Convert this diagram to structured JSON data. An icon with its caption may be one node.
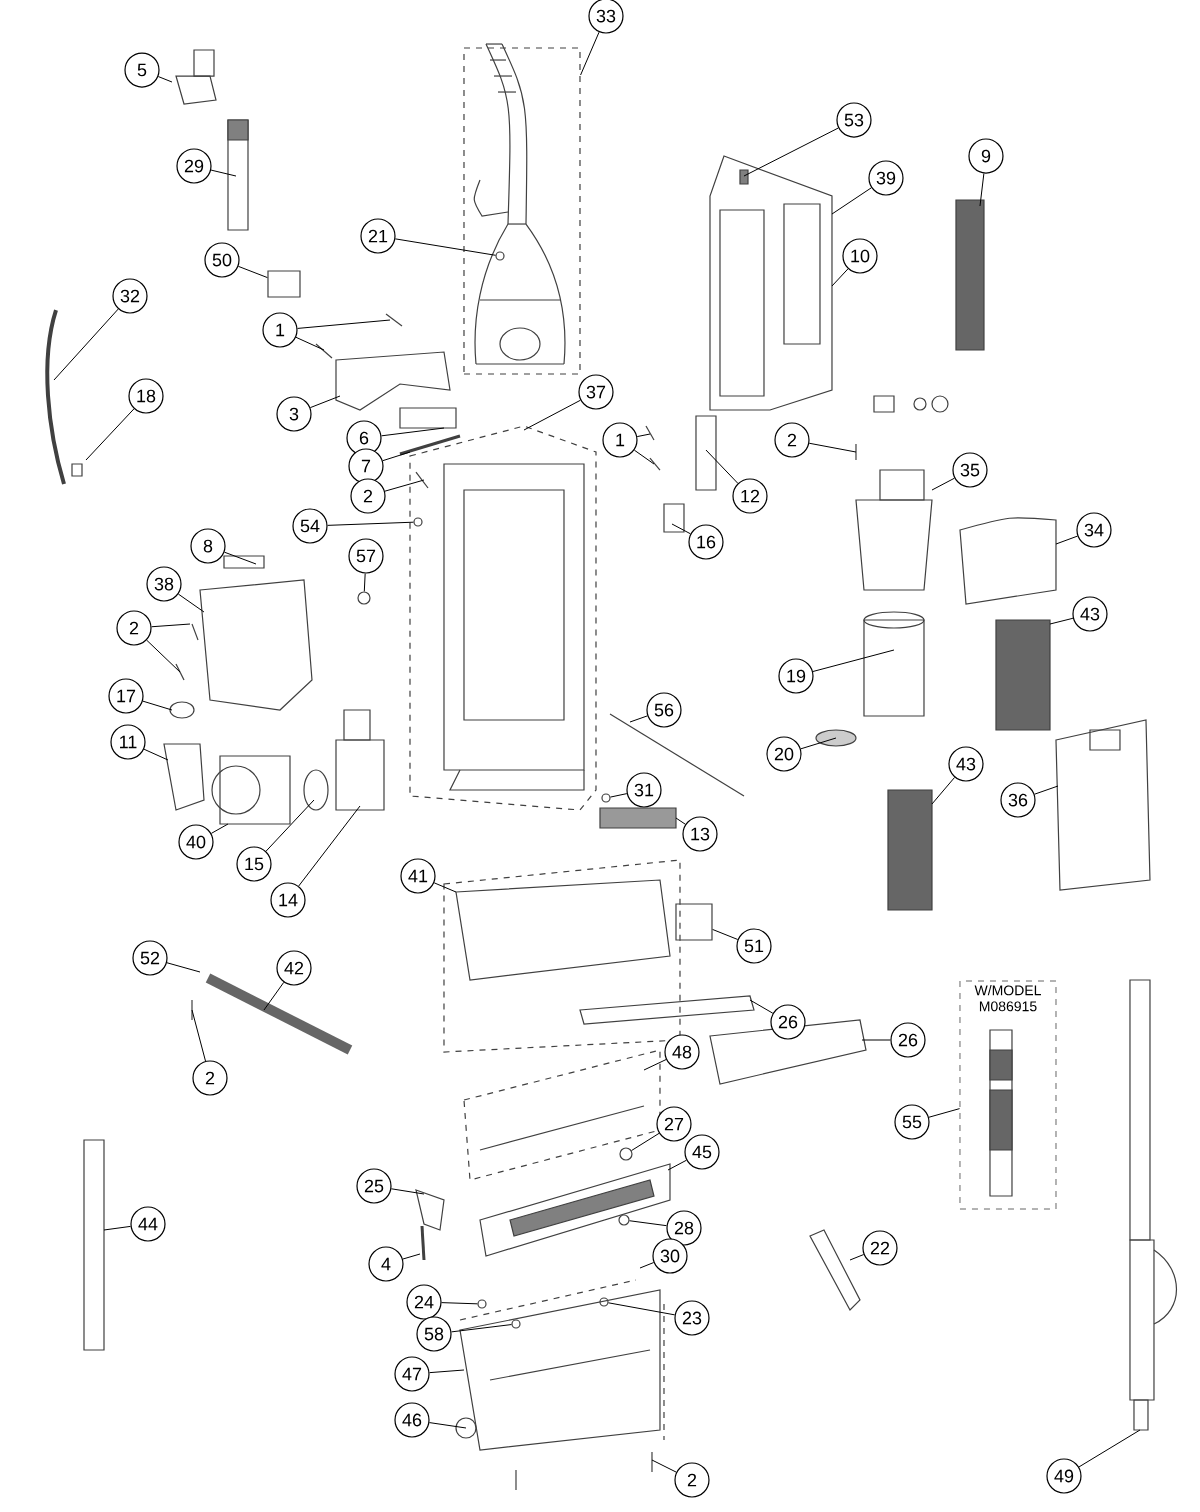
{
  "diagram": {
    "nodes": [
      {
        "text": [
          "33"
        ]
      },
      {
        "text": [
          "5"
        ]
      },
      {
        "text": [
          "29"
        ]
      },
      {
        "text": [
          "21"
        ]
      },
      {
        "text": [
          "50"
        ]
      },
      {
        "text": [
          "32"
        ]
      },
      {
        "text": [
          "1"
        ]
      },
      {
        "text": [
          "18"
        ]
      },
      {
        "text": [
          "3"
        ]
      },
      {
        "text": [
          "37"
        ]
      },
      {
        "text": [
          "6"
        ]
      },
      {
        "text": [
          "7"
        ]
      },
      {
        "text": [
          "2"
        ]
      },
      {
        "text": [
          "53"
        ]
      },
      {
        "text": [
          "39"
        ]
      },
      {
        "text": [
          "10"
        ]
      },
      {
        "text": [
          "9"
        ]
      },
      {
        "text": [
          "1"
        ]
      },
      {
        "text": [
          "12"
        ]
      },
      {
        "text": [
          "2"
        ]
      },
      {
        "text": [
          "35"
        ]
      },
      {
        "text": [
          "16"
        ]
      },
      {
        "text": [
          "34"
        ]
      },
      {
        "text": [
          "54"
        ]
      },
      {
        "text": [
          "57"
        ]
      },
      {
        "text": [
          "8"
        ]
      },
      {
        "text": [
          "38"
        ]
      },
      {
        "text": [
          "2"
        ]
      },
      {
        "text": [
          "43"
        ]
      },
      {
        "text": [
          "19"
        ]
      },
      {
        "text": [
          "17"
        ]
      },
      {
        "text": [
          "11"
        ]
      },
      {
        "text": [
          "56"
        ]
      },
      {
        "text": [
          "20"
        ]
      },
      {
        "text": [
          "43"
        ]
      },
      {
        "text": [
          "36"
        ]
      },
      {
        "text": [
          "40"
        ]
      },
      {
        "text": [
          "31"
        ]
      },
      {
        "text": [
          "13"
        ]
      },
      {
        "text": [
          "15"
        ]
      },
      {
        "text": [
          "14"
        ]
      },
      {
        "text": [
          "41"
        ]
      },
      {
        "text": [
          "51"
        ]
      },
      {
        "text": [
          "52"
        ]
      },
      {
        "text": [
          "42"
        ]
      },
      {
        "text": [
          "2"
        ]
      },
      {
        "text": [
          "26"
        ]
      },
      {
        "text": [
          "26"
        ]
      },
      {
        "text": [
          "48"
        ]
      },
      {
        "text": [
          "W/MODEL M086915"
        ]
      },
      {
        "text": [
          "55"
        ]
      },
      {
        "text": [
          "27"
        ]
      },
      {
        "text": [
          "45"
        ]
      },
      {
        "text": [
          "44"
        ]
      },
      {
        "text": [
          "25"
        ]
      },
      {
        "text": [
          "28"
        ]
      },
      {
        "text": [
          "30"
        ]
      },
      {
        "text": [
          "4"
        ]
      },
      {
        "text": [
          "22"
        ]
      },
      {
        "text": [
          "24"
        ]
      },
      {
        "text": [
          "23"
        ]
      },
      {
        "text": [
          "58"
        ]
      },
      {
        "text": [
          "47"
        ]
      },
      {
        "text": [
          "46"
        ]
      },
      {
        "text": [
          "2"
        ]
      },
      {
        "text": [
          "49"
        ]
      },
      {
        "text": [],
        "shape": "box"
      },
      {
        "text": [],
        "shape": "circle",
        "in": 66
      },
      {
        "text": [],
        "shape": "box"
      },
      {
        "text": [],
        "shape": "circle"
      },
      {
        "text": [],
        "shape": "circle"
      },
      {
        "text": [],
        "shape": "circle"
      },
      {
        "text": [],
        "shape": "box"
      },
      {
        "text": [],
        "shape": "circle"
      },
      {
        "text": [],
        "shape": "circle"
      },
      {
        "text": [],
        "shape": "circle"
      },
      {
        "text": [],
        "shape": "circle"
      },
      {
        "text": [],
        "shape": "circle"
      }
    ],
    "edges": [
      {
        "from": 0,
        "to": 66,
        "arrow": "none"
      },
      {
        "from": 1,
        "to": null,
        "arrow": "none"
      },
      {
        "from": 2,
        "to": null,
        "arrow": "none"
      },
      {
        "from": 3,
        "to": 67,
        "arrow": "none"
      },
      {
        "from": 4,
        "to": 68,
        "arrow": "none"
      },
      {
        "from": 5,
        "to": null,
        "arrow": "none"
      },
      {
        "from": 6,
        "to": null,
        "arrow": "none"
      },
      {
        "from": 6,
        "to": null,
        "arrow": "none"
      },
      {
        "from": 7,
        "to": null,
        "arrow": "none"
      },
      {
        "from": 8,
        "to": null,
        "arrow": "none"
      },
      {
        "from": 9,
        "to": null,
        "arrow": "none"
      },
      {
        "from": 10,
        "to": null,
        "arrow": "none"
      },
      {
        "from": 11,
        "to": null,
        "arrow": "none"
      },
      {
        "from": 12,
        "to": null,
        "arrow": "none"
      },
      {
        "from": 13,
        "to": null,
        "arrow": "none"
      },
      {
        "from": 14,
        "to": null,
        "arrow": "none"
      },
      {
        "from": 15,
        "to": null,
        "arrow": "none"
      },
      {
        "from": 16,
        "to": null,
        "arrow": "none"
      },
      {
        "from": 17,
        "to": null,
        "arrow": "none"
      },
      {
        "from": 17,
        "to": null,
        "arrow": "none"
      },
      {
        "from": 18,
        "to": null,
        "arrow": "none"
      },
      {
        "from": 19,
        "to": null,
        "arrow": "none"
      },
      {
        "from": 20,
        "to": null,
        "arrow": "none"
      },
      {
        "from": 21,
        "to": null,
        "arrow": "none"
      },
      {
        "from": 22,
        "to": null,
        "arrow": "none"
      },
      {
        "from": 23,
        "to": 69,
        "arrow": "none"
      },
      {
        "from": 24,
        "to": 70,
        "arrow": "none"
      },
      {
        "from": 25,
        "to": null,
        "arrow": "none"
      },
      {
        "from": 26,
        "to": null,
        "arrow": "none"
      },
      {
        "from": 27,
        "to": null,
        "arrow": "none"
      },
      {
        "from": 27,
        "to": null,
        "arrow": "none"
      },
      {
        "from": 28,
        "to": null,
        "arrow": "none"
      },
      {
        "from": 29,
        "to": null,
        "arrow": "none"
      },
      {
        "from": 30,
        "to": null,
        "arrow": "none"
      },
      {
        "from": 31,
        "to": null,
        "arrow": "none"
      },
      {
        "from": 32,
        "to": null,
        "arrow": "none"
      },
      {
        "from": 33,
        "to": null,
        "arrow": "none"
      },
      {
        "from": 34,
        "to": null,
        "arrow": "none"
      },
      {
        "from": 35,
        "to": null,
        "arrow": "none"
      },
      {
        "from": 36,
        "to": null,
        "arrow": "none"
      },
      {
        "from": 37,
        "to": 71,
        "arrow": "none"
      },
      {
        "from": 38,
        "to": null,
        "arrow": "none"
      },
      {
        "from": 39,
        "to": null,
        "arrow": "none"
      },
      {
        "from": 40,
        "to": null,
        "arrow": "none"
      },
      {
        "from": 41,
        "to": null,
        "arrow": "none"
      },
      {
        "from": 42,
        "to": 72,
        "arrow": "none"
      },
      {
        "from": 43,
        "to": null,
        "arrow": "none"
      },
      {
        "from": 44,
        "to": null,
        "arrow": "none"
      },
      {
        "from": 45,
        "to": null,
        "arrow": "none"
      },
      {
        "from": 46,
        "to": null,
        "arrow": "none"
      },
      {
        "from": 47,
        "to": null,
        "arrow": "none"
      },
      {
        "from": 48,
        "to": null,
        "arrow": "none"
      },
      {
        "from": 50,
        "to": 49,
        "arrow": "none"
      },
      {
        "from": 51,
        "to": 73,
        "arrow": "none"
      },
      {
        "from": 52,
        "to": null,
        "arrow": "none"
      },
      {
        "from": 53,
        "to": null,
        "arrow": "none"
      },
      {
        "from": 54,
        "to": null,
        "arrow": "none"
      },
      {
        "from": 55,
        "to": 74,
        "arrow": "none"
      },
      {
        "from": 56,
        "to": null,
        "arrow": "none"
      },
      {
        "from": 57,
        "to": null,
        "arrow": "none"
      },
      {
        "from": 58,
        "to": null,
        "arrow": "none"
      },
      {
        "from": 59,
        "to": 75,
        "arrow": "none"
      },
      {
        "from": 60,
        "to": 76,
        "arrow": "none"
      },
      {
        "from": 61,
        "to": 77,
        "arrow": "none"
      },
      {
        "from": 62,
        "to": null,
        "arrow": "none"
      },
      {
        "from": 63,
        "to": null,
        "arrow": "none"
      },
      {
        "from": 64,
        "to": null,
        "arrow": "none"
      },
      {
        "from": 65,
        "to": null,
        "arrow": "none"
      }
    ]
  }
}
